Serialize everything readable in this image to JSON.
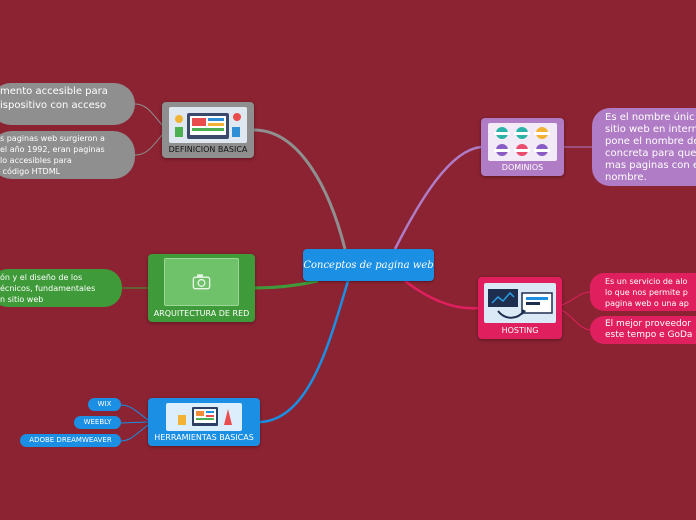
{
  "center": {
    "title": "Conceptos de pagina web"
  },
  "topics": {
    "definicion": {
      "label": "DEFINICION BASICA",
      "icon": "web-design-illustration-icon"
    },
    "arquitectura": {
      "label": "ARQUITECTURA DE RED",
      "icon": "camera-placeholder-icon"
    },
    "herramientas": {
      "label": "HERRAMIENTAS BASICAS",
      "icon": "web-tools-illustration-icon"
    },
    "dominios": {
      "label": "DOMINIOS",
      "icon": "domain-badges-icon"
    },
    "hosting": {
      "label": "HOSTING",
      "icon": "hosting-screens-icon"
    }
  },
  "subtopics": {
    "definicion_1": "mento accesible para\nispositivo con acceso",
    "definicion_2": "s paginas web surgieron a\nel año 1992, eran paginas\nlo accesibles para\n código HTDML",
    "arquitectura_1": "ón y el diseño de los\nécnicos, fundamentales\nn sitio web",
    "dominios_1": "Es el nombre únic\nsitio web en intern\npone el nombre de\nconcreta para que\nmas paginas con e\nnombre.",
    "hosting_1": "Es un servicio de alo\nlo que nos permite p\npagina web o una ap",
    "hosting_2": "El mejor proveedor\neste tempo e GoDa"
  },
  "tools": [
    "WIX",
    "WEEBLY",
    "ADOBE DREAMWEAVER"
  ],
  "colors": {
    "background": "#8b2332",
    "center": "#1b8fe3",
    "definicion": "#8f8f8f",
    "arquitectura": "#3f9b3a",
    "herramientas": "#1b8fe3",
    "dominios": "#b07cc6",
    "hosting": "#e0205e"
  }
}
